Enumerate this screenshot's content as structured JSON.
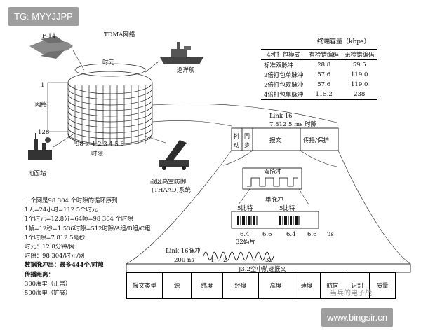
{
  "watermark_top": "TG: MYYJJPP",
  "watermark_bottom": "www.bingsir.cn",
  "wechat_mark": "当兵的电子战",
  "tdma": {
    "title": "TDMA网络",
    "time_element": "时元",
    "network": "网络",
    "n1": "1",
    "n128": "128",
    "slot_count": "98 k",
    "slot_seq": "1 2 3 4 5 6",
    "slot": "时隙"
  },
  "platforms": {
    "f14": "F-14",
    "cruiser": "巡洋舰",
    "ground_station": "地面站",
    "thaad_cn": "战区高空防御",
    "thaad_en": "(THAAD)系统"
  },
  "capacity_table": {
    "title": "终端容量（kbps）",
    "headers": [
      "4种打包模式",
      "有检错编码",
      "无检错编码"
    ],
    "rows": [
      [
        "标准双脉冲",
        "28.8",
        "59.5"
      ],
      [
        "2倍打包单脉冲",
        "57.6",
        "119.0"
      ],
      [
        "2倍打包双脉冲",
        "57.6",
        "119.0"
      ],
      [
        "4倍打包单脉冲",
        "115.2",
        "238"
      ]
    ]
  },
  "link16": {
    "title": "Link 16",
    "period": "7.812 5 ms 时隙",
    "fields": [
      "抖动",
      "同步",
      "报文",
      "传播/保护"
    ]
  },
  "pulses": {
    "double": "双脉冲",
    "single": "单脉冲",
    "bits_a": "5比特",
    "bits_b": "5比特",
    "t1": "6.4",
    "t2": "6.6",
    "t3": "6.4",
    "t4": "6.6",
    "unit": "μs",
    "chips": "32码片",
    "link16_pulse": "Link 16脉冲",
    "ns": "200 ns",
    "c1": "1",
    "c2": "2",
    "c32": "32"
  },
  "j32": {
    "title": "J3.2空中航迹报文",
    "fields": [
      "报文类型",
      "源",
      "纬度",
      "经度",
      "高度",
      "速度",
      "航向",
      "识别",
      "质量"
    ]
  },
  "notes": [
    "一个网是98 304 个时隙的循环序列",
    "1天=24小时=112.5个时元",
    "1个时元=12.8分=64帧=98 304 个时隙",
    "1帧=12秒=1 536时隙=512时隙/A组/B组/C组",
    "1个时隙=7.812 5毫秒",
    "时元：12.8分钟/网",
    "时隙：98 304/时元/网",
    "数据脉冲串：最多444个/时隙",
    "传播距离：",
    "300海里（正常）",
    "500海里（扩展）"
  ]
}
